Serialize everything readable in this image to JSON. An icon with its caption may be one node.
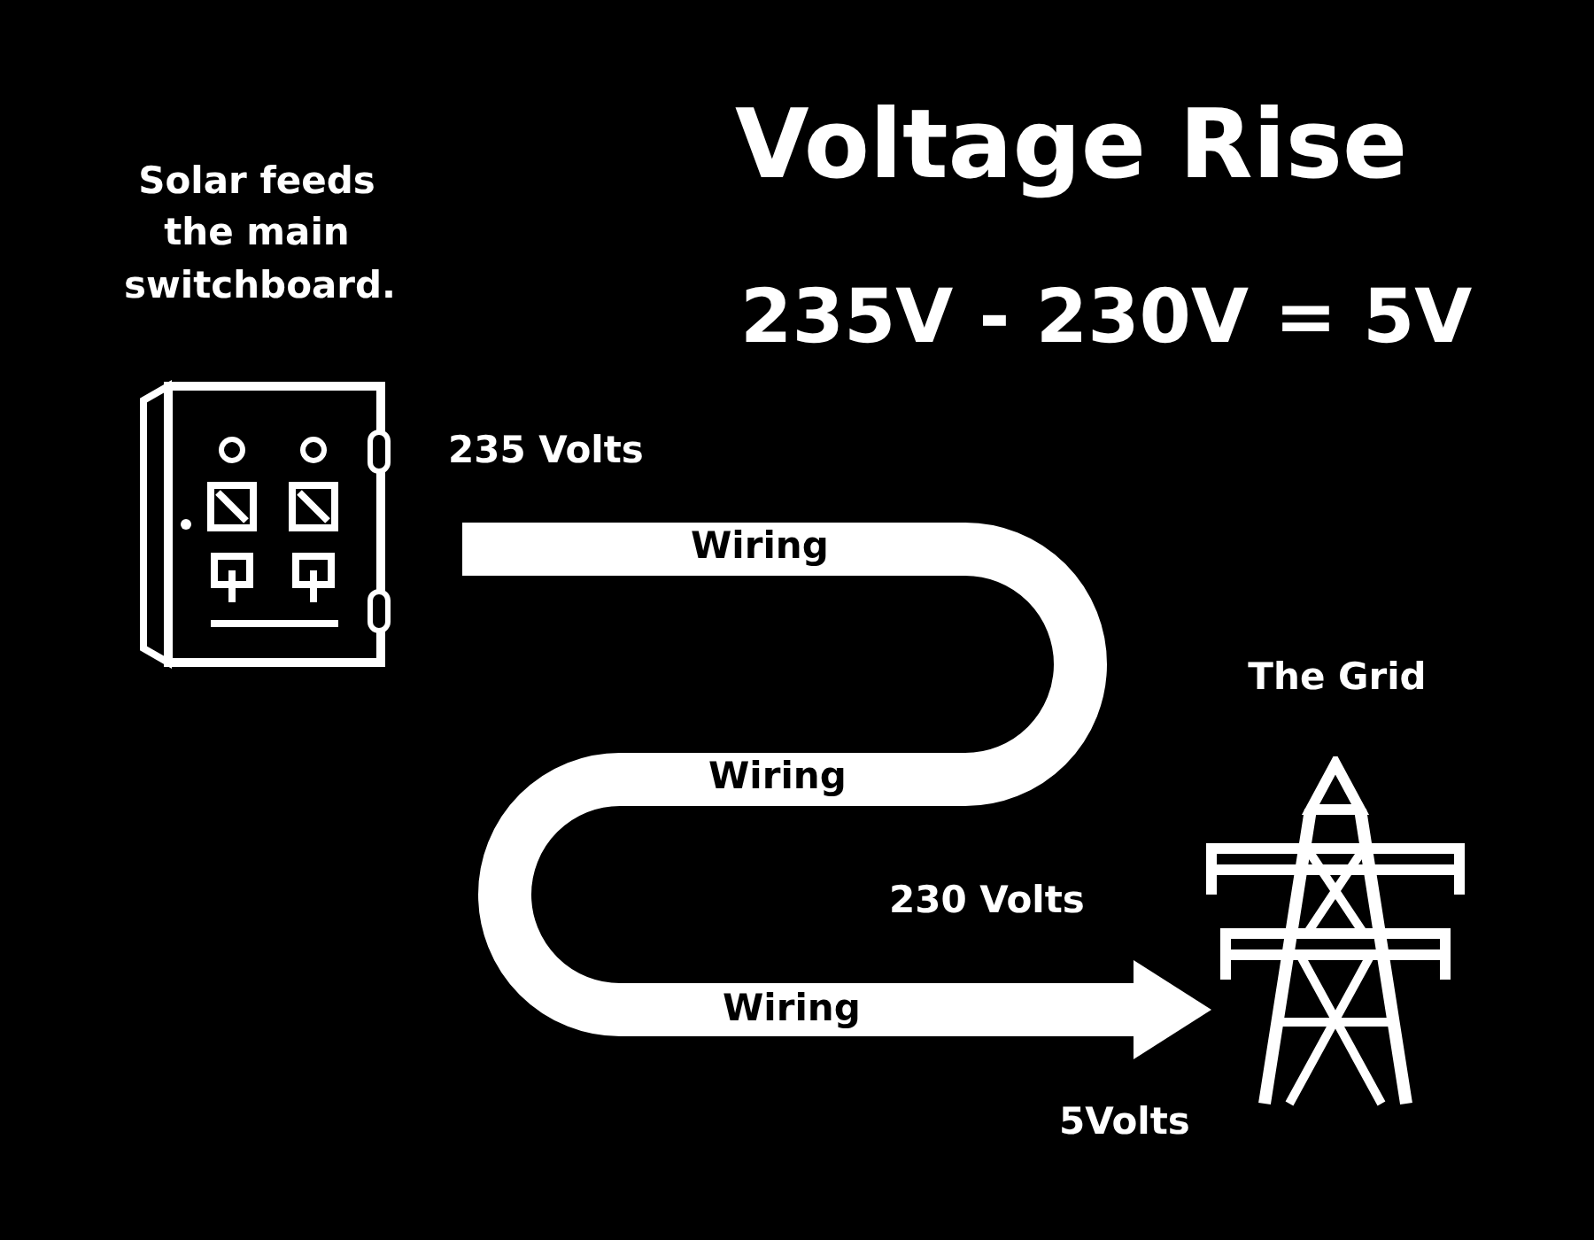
{
  "diagram": {
    "title": "Voltage Rise",
    "nodes": [
      {
        "text": [
          "Solar feeds the main switchboard."
        ]
      },
      {
        "text": [
          "The Grid"
        ]
      }
    ],
    "edges": [
      {
        "from": 0,
        "to": 1,
        "arrow": "to"
      }
    ],
    "labels": [
      "235V - 230V = 5V",
      "235 Volts",
      "Wiring",
      "Wiring",
      "Wiring",
      "230 Volts",
      "5Volts"
    ]
  }
}
